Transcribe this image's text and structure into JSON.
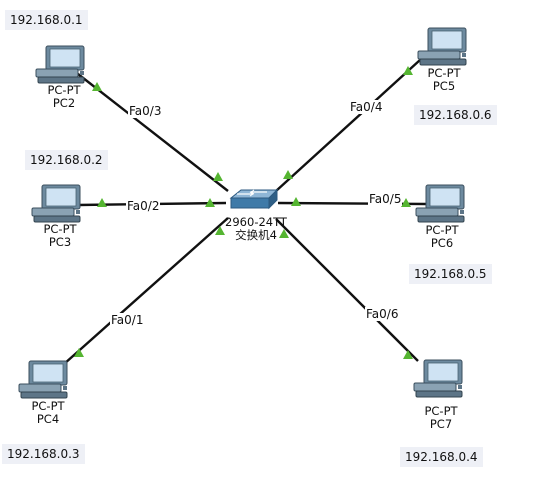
{
  "colors": {
    "link": "#111111",
    "port_up": "#55b531",
    "pc_body": "#6d8a9f",
    "screen": "#cfe3f3",
    "switch_blue": "#3f7aa8"
  },
  "switch": {
    "model": "2960-24TT",
    "name": "交换机4",
    "icon": "switch-icon"
  },
  "pcs": [
    {
      "id": "pc2",
      "type": "PC-PT",
      "name": "PC2",
      "ip": "192.168.0.1",
      "port": "Fa0/3",
      "icon": "desktop-pc-icon"
    },
    {
      "id": "pc3",
      "type": "PC-PT",
      "name": "PC3",
      "ip": "192.168.0.2",
      "port": "Fa0/2",
      "icon": "desktop-pc-icon"
    },
    {
      "id": "pc4",
      "type": "PC-PT",
      "name": "PC4",
      "ip": "192.168.0.3",
      "port": "Fa0/1",
      "icon": "desktop-pc-icon"
    },
    {
      "id": "pc5",
      "type": "PC-PT",
      "name": "PC5",
      "ip": "192.168.0.6",
      "port": "Fa0/4",
      "icon": "desktop-pc-icon"
    },
    {
      "id": "pc6",
      "type": "PC-PT",
      "name": "PC6",
      "ip": "192.168.0.5",
      "port": "Fa0/5",
      "icon": "desktop-pc-icon"
    },
    {
      "id": "pc7",
      "type": "PC-PT",
      "name": "PC7",
      "ip": "192.168.0.4",
      "port": "Fa0/6",
      "icon": "desktop-pc-icon"
    }
  ]
}
